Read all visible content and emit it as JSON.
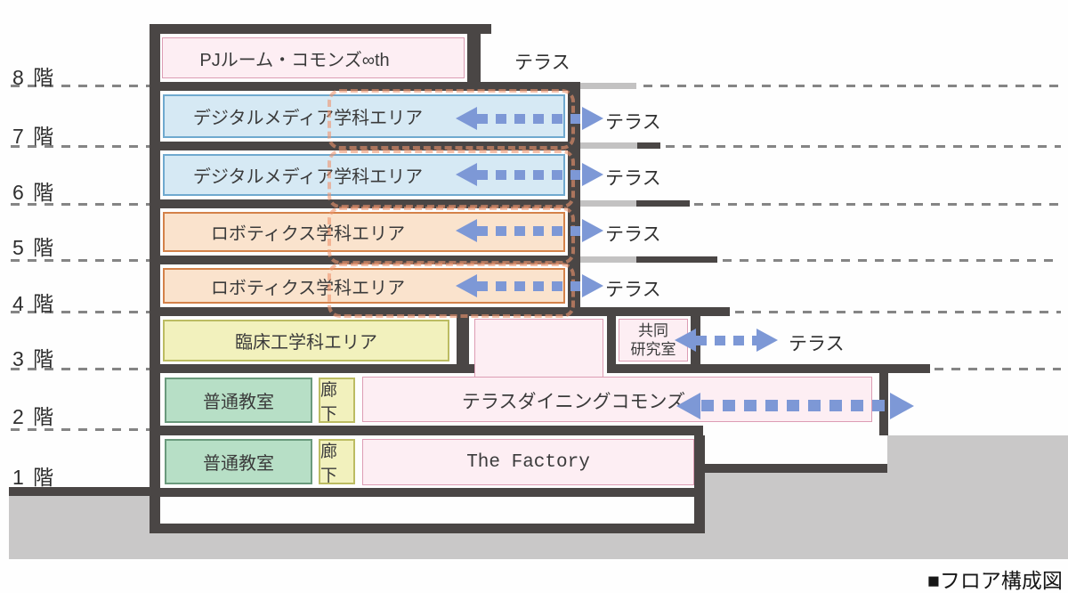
{
  "caption": "■フロア構成図",
  "floor_labels": [
    "8 階",
    "7 階",
    "6 階",
    "5 階",
    "4 階",
    "3 階",
    "2 階",
    "1 階"
  ],
  "floors": {
    "f8": {
      "room": "PJルーム・コモンズ∞th",
      "terrace": "テラス"
    },
    "f7": {
      "room": "デジタルメディア学科エリア",
      "terrace": "テラス"
    },
    "f6": {
      "room": "デジタルメディア学科エリア",
      "terrace": "テラス"
    },
    "f5": {
      "room": "ロボティクス学科エリア",
      "terrace": "テラス"
    },
    "f4": {
      "room": "ロボティクス学科エリア",
      "terrace": "テラス"
    },
    "f3": {
      "room": "臨床工学科エリア",
      "lab_line1": "共同",
      "lab_line2": "研究室",
      "terrace": "テラス"
    },
    "f2": {
      "classroom": "普通教室",
      "corridor": "廊下",
      "commons": "テラスダイニングコモンズ"
    },
    "f1": {
      "classroom": "普通教室",
      "corridor": "廊下",
      "factory": "The Factory"
    }
  },
  "colors": {
    "wall": "#4a4645",
    "ground": "#c9c8c8",
    "terrace_slab_light": "#c3c2c2",
    "pink_fill": "#fdeef3",
    "pink_border": "#e2a3b8",
    "blue_fill": "#d6e9f4",
    "blue_border": "#6fa9cf",
    "orange_fill": "#fae3cd",
    "orange_border": "#d4824a",
    "yellow_fill": "#f2f1bd",
    "yellow_border": "#bcbc62",
    "green_fill": "#b7dfc6",
    "green_border": "#6a9a7c",
    "arrow_blue": "#7d98d6",
    "overlay_dash_orange": "#ee946e",
    "floor_dash_gray": "#858585"
  }
}
